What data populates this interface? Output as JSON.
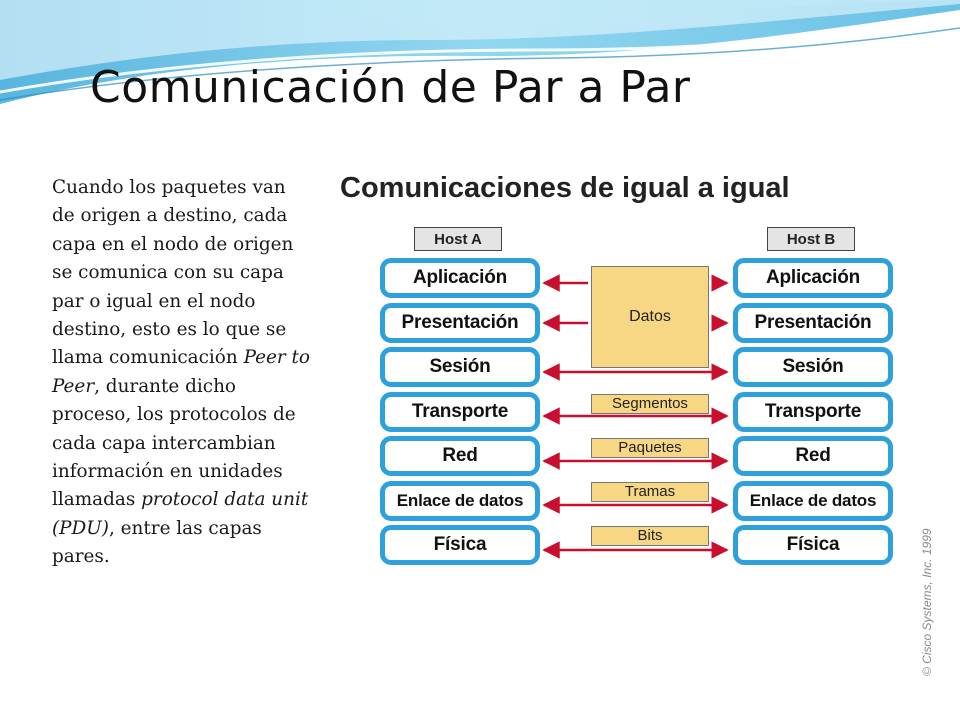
{
  "slide": {
    "title": "Comunicación de Par a Par",
    "body": [
      {
        "text": "Cuando los paquetes van de origen a destino, cada capa en el nodo de origen se comunica con su capa par o igual en el nodo destino, esto es lo que se llama comunicación ",
        "italic": false
      },
      {
        "text": "Peer to Peer",
        "italic": true
      },
      {
        "text": ", durante dicho proceso, los protocolos de cada capa intercambian información en unidades llamadas ",
        "italic": false
      },
      {
        "text": "protocol data unit (PDU)",
        "italic": true
      },
      {
        "text": ", entre las capas pares.",
        "italic": false
      }
    ]
  },
  "diagram": {
    "title": "Comunicaciones de igual a igual",
    "host_a": "Host A",
    "host_b": "Host B",
    "layers": [
      "Aplicación",
      "Presentación",
      "Sesión",
      "Transporte",
      "Red",
      "Enlace de datos",
      "Física"
    ],
    "data_unit": "Datos",
    "pdu_labels": [
      "Segmentos",
      "Paquetes",
      "Tramas",
      "Bits"
    ],
    "copyright": "© Cisco Systems, Inc. 1999",
    "colors": {
      "layer_border": "#2ea1dd",
      "arrow": "#c8102e",
      "pdu_fill": "#f8d784",
      "wave_blue": "#5cc3e6"
    }
  }
}
